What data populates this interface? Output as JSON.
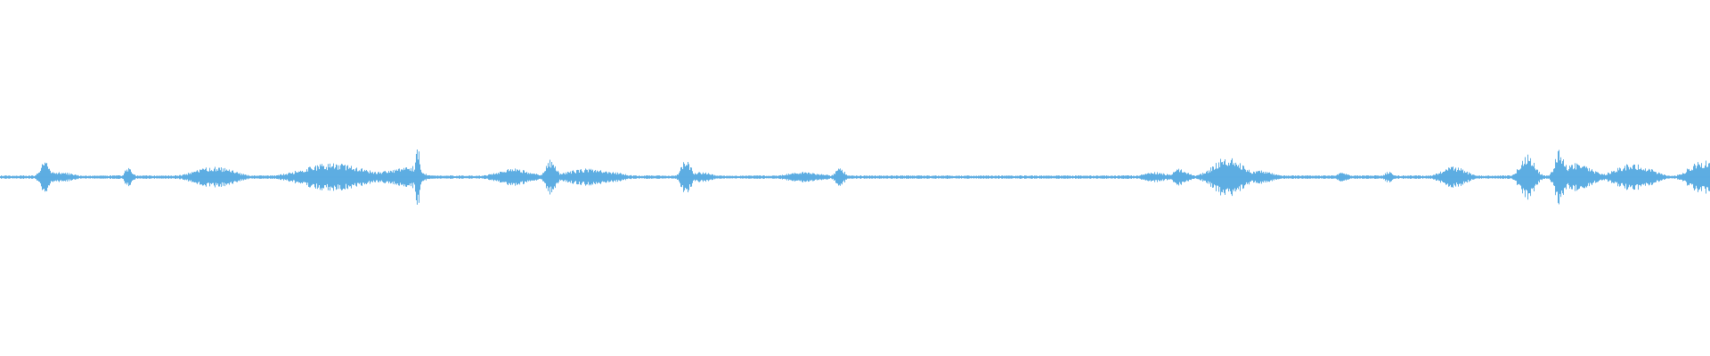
{
  "waveform": {
    "color": "#5dade2",
    "baseline_amplitude": 0.01,
    "bursts": [
      {
        "at": 0.026,
        "amp": 0.09,
        "width": 0.004
      },
      {
        "at": 0.034,
        "amp": 0.03,
        "width": 0.012
      },
      {
        "at": 0.075,
        "amp": 0.06,
        "width": 0.003
      },
      {
        "at": 0.125,
        "amp": 0.06,
        "width": 0.016
      },
      {
        "at": 0.195,
        "amp": 0.08,
        "width": 0.025
      },
      {
        "at": 0.228,
        "amp": 0.04,
        "width": 0.012
      },
      {
        "at": 0.244,
        "amp": 0.17,
        "width": 0.002
      },
      {
        "at": 0.238,
        "amp": 0.07,
        "width": 0.01
      },
      {
        "at": 0.3,
        "amp": 0.05,
        "width": 0.014
      },
      {
        "at": 0.322,
        "amp": 0.1,
        "width": 0.004
      },
      {
        "at": 0.345,
        "amp": 0.05,
        "width": 0.02
      },
      {
        "at": 0.401,
        "amp": 0.1,
        "width": 0.004
      },
      {
        "at": 0.41,
        "amp": 0.03,
        "width": 0.008
      },
      {
        "at": 0.47,
        "amp": 0.03,
        "width": 0.015
      },
      {
        "at": 0.491,
        "amp": 0.05,
        "width": 0.004
      },
      {
        "at": 0.675,
        "amp": 0.03,
        "width": 0.01
      },
      {
        "at": 0.69,
        "amp": 0.05,
        "width": 0.006
      },
      {
        "at": 0.718,
        "amp": 0.12,
        "width": 0.012
      },
      {
        "at": 0.735,
        "amp": 0.04,
        "width": 0.012
      },
      {
        "at": 0.785,
        "amp": 0.03,
        "width": 0.004
      },
      {
        "at": 0.812,
        "amp": 0.03,
        "width": 0.004
      },
      {
        "at": 0.85,
        "amp": 0.06,
        "width": 0.01
      },
      {
        "at": 0.893,
        "amp": 0.13,
        "width": 0.006
      },
      {
        "at": 0.912,
        "amp": 0.16,
        "width": 0.004
      },
      {
        "at": 0.922,
        "amp": 0.08,
        "width": 0.012
      },
      {
        "at": 0.955,
        "amp": 0.08,
        "width": 0.014
      },
      {
        "at": 0.995,
        "amp": 0.1,
        "width": 0.01
      }
    ]
  }
}
